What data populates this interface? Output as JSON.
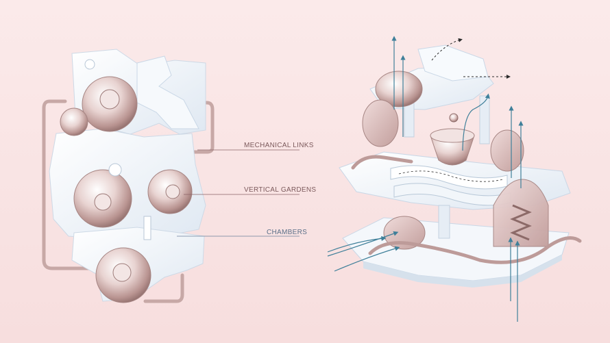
{
  "labels": {
    "mechanical_links": "MECHANICAL LINKS",
    "vertical_gardens": "VERTICAL GARDENS",
    "chambers": "CHAMBERS"
  },
  "colors": {
    "background": "#f9e3e3",
    "structure": "#eef3f8",
    "structure_shadow": "#c9d7e6",
    "chamber_pink": "#d9b8b6",
    "link_line_pink": "#8a6264",
    "link_line_blue": "#6a7f9a",
    "airflow_blue": "#3e7f99",
    "arrow_dark": "#2b2b2b"
  }
}
